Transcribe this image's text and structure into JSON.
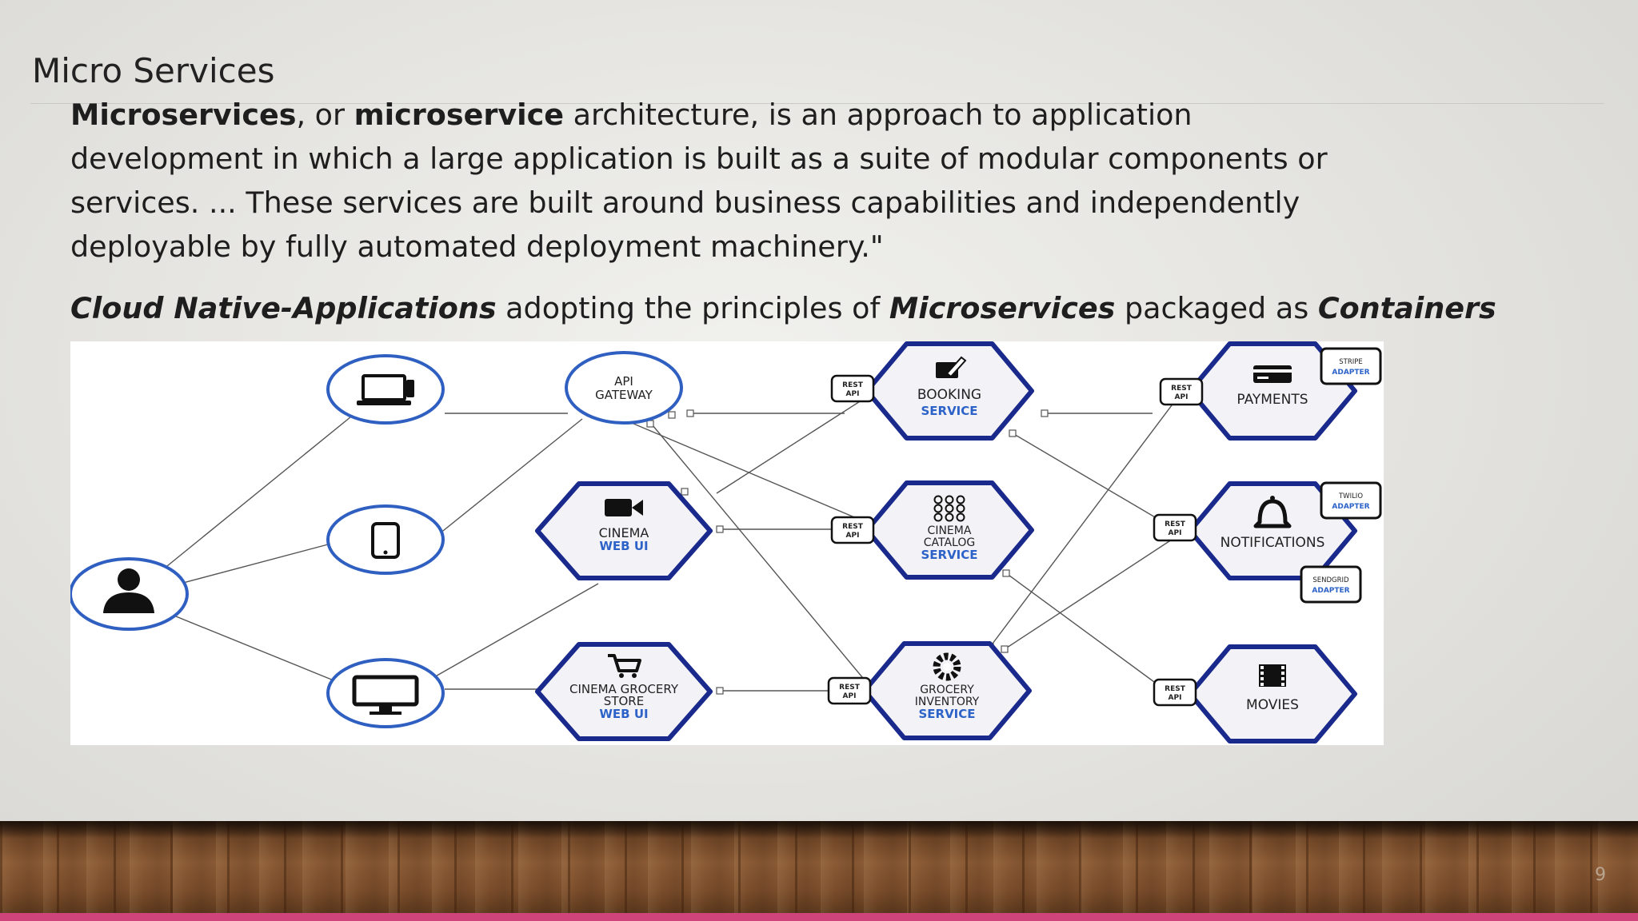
{
  "slide": {
    "title": "Micro Services",
    "page_number": "9"
  },
  "paragraph_1": {
    "b1": "Microservices",
    "t1": ", or ",
    "b2": "microservice",
    "t2": " architecture, is an approach to application development in which a large application is built as a suite of modular components or services. ... These services are built around business capabilities and independently deployable by fully automated deployment machinery.\""
  },
  "paragraph_2": {
    "i1": "Cloud Native-Applications",
    "t1": " adopting the principles of ",
    "i2": "Microservices",
    "t2": " packaged as ",
    "i3": "Containers"
  },
  "diagram": {
    "clients": [
      {
        "id": "user",
        "icon": "user-icon"
      },
      {
        "id": "laptop",
        "icon": "laptop-icon"
      },
      {
        "id": "mobile",
        "icon": "mobile-phone-icon"
      },
      {
        "id": "desktop",
        "icon": "desktop-monitor-icon"
      }
    ],
    "gateway": {
      "line1": "API",
      "line2": "GATEWAY"
    },
    "web_uis": [
      {
        "id": "cinema-web-ui",
        "icon": "video-camera-icon",
        "line1": "CINEMA",
        "sub": "WEB UI"
      },
      {
        "id": "grocery-web-ui",
        "icon": "shopping-cart-icon",
        "line1": "CINEMA GROCERY",
        "line2": "STORE",
        "sub": "WEB UI"
      }
    ],
    "services": [
      {
        "id": "booking",
        "icon": "pencil-note-icon",
        "line1": "BOOKING",
        "sub": "SERVICE"
      },
      {
        "id": "catalog",
        "icon": "grid-dots-icon",
        "line1": "CINEMA",
        "line2": "CATALOG",
        "sub": "SERVICE"
      },
      {
        "id": "inventory",
        "icon": "gear-icon",
        "line1": "GROCERY",
        "line2": "INVENTORY",
        "sub": "SERVICE"
      }
    ],
    "backends": [
      {
        "id": "payments",
        "icon": "credit-card-icon",
        "label": "PAYMENTS"
      },
      {
        "id": "notifications",
        "icon": "bell-icon",
        "label": "NOTIFICATIONS"
      },
      {
        "id": "movies",
        "icon": "film-strip-icon",
        "label": "MOVIES"
      }
    ],
    "rest_api": {
      "line1": "REST",
      "line2": "API"
    },
    "adapters": [
      {
        "id": "stripe",
        "line1": "STRIPE",
        "line2": "ADAPTER"
      },
      {
        "id": "twilio",
        "line1": "TWILIO",
        "line2": "ADAPTER"
      },
      {
        "id": "sendgrid",
        "line1": "SENDGRID",
        "line2": "ADAPTER"
      }
    ],
    "colors": {
      "hex_border": "#1a2a8c",
      "circle_border": "#2f5fc0",
      "node_fill": "#f3f3f7",
      "accent_text": "#2d63c8",
      "line": "#555555"
    }
  }
}
